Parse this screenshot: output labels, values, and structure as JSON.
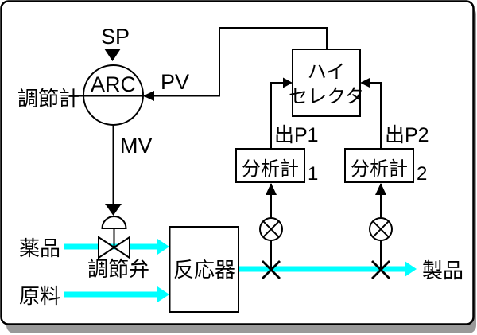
{
  "diagram": {
    "controller": {
      "label": "調節計",
      "tag": "ARC",
      "sp_label": "SP",
      "pv_label": "PV",
      "mv_label": "MV"
    },
    "valve": {
      "label": "調節弁"
    },
    "reactor": {
      "label": "反応器"
    },
    "high_selector": {
      "line1": "ハイ",
      "line2": "セレクタ"
    },
    "analyzers": [
      {
        "label": "分析計",
        "number": "1",
        "output_label": "出P1"
      },
      {
        "label": "分析計",
        "number": "2",
        "output_label": "出P2"
      }
    ],
    "streams": {
      "chemical": "薬品",
      "feed": "原料",
      "product": "製品"
    },
    "colors": {
      "line": "#000000",
      "flow": "#00ffff",
      "shadow": "#999999",
      "panel": "#ffffff"
    }
  }
}
